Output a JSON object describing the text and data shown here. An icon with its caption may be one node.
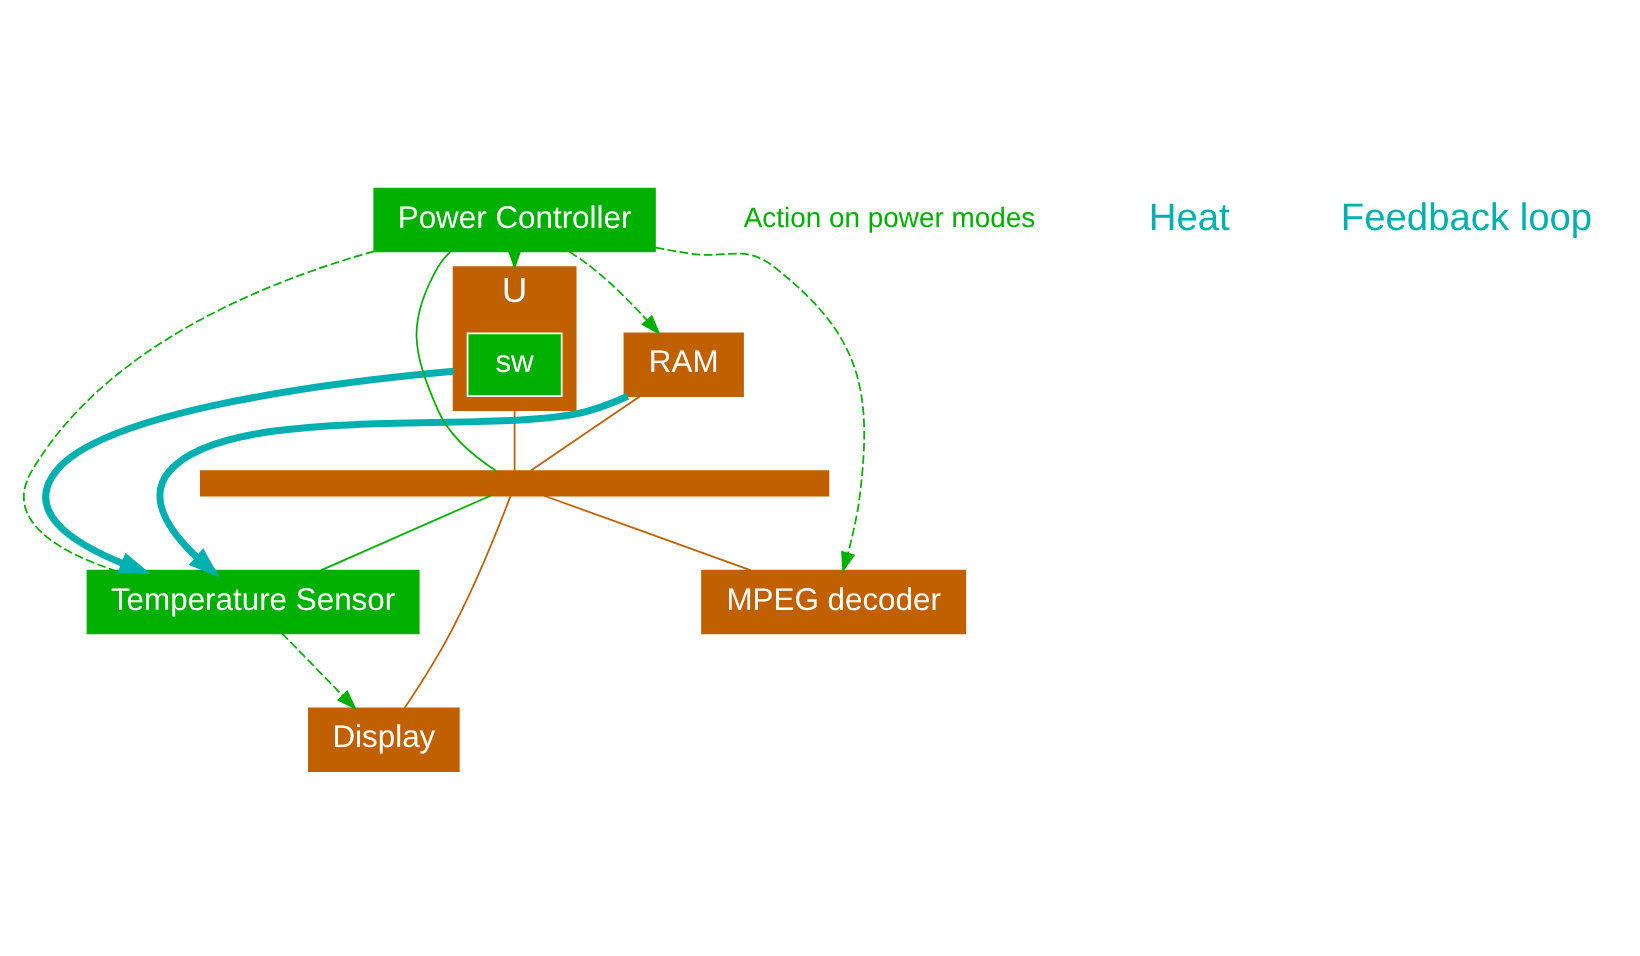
{
  "diagram": {
    "nodes": [
      {
        "text": [
          "U"
        ]
      },
      {
        "text": [
          "sw"
        ],
        "in": 0
      },
      {
        "text": [
          "RAM"
        ]
      },
      {
        "text": [],
        "shape": "bar"
      },
      {
        "text": [
          "Display"
        ]
      },
      {
        "text": [
          "MPEG decoder"
        ]
      },
      {
        "text": [
          "Power Controller"
        ]
      },
      {
        "text": [
          "Temperature Sensor"
        ]
      }
    ],
    "edges": [
      {
        "from": 0,
        "to": 3,
        "arrow": "none",
        "color": "#c06000"
      },
      {
        "from": 2,
        "to": 3,
        "arrow": "none",
        "color": "#c06000"
      },
      {
        "from": 3,
        "to": 4,
        "arrow": "none",
        "color": "#c06000"
      },
      {
        "from": 3,
        "to": 5,
        "arrow": "none",
        "color": "#c06000"
      },
      {
        "from": 6,
        "to": 3,
        "arrow": "none",
        "color": "#00b000"
      },
      {
        "from": 3,
        "to": 7,
        "arrow": "none",
        "color": "#00b000"
      },
      {
        "from": 6,
        "to": 0,
        "arrow": "to",
        "style": "dashed",
        "color": "#00b000"
      },
      {
        "from": 6,
        "to": 2,
        "arrow": "to",
        "style": "dashed",
        "color": "#00b000"
      },
      {
        "from": 6,
        "to": 5,
        "arrow": "to",
        "style": "dashed",
        "color": "#00b000"
      },
      {
        "from": 6,
        "to": 7,
        "arrow": "none",
        "style": "dashed",
        "color": "#00b000"
      },
      {
        "from": 7,
        "to": 4,
        "arrow": "to",
        "style": "dashed",
        "color": "#00b000"
      },
      {
        "from": 0,
        "to": 7,
        "arrow": "to",
        "style": "thick",
        "color": "#00b0b0"
      },
      {
        "from": 2,
        "to": 7,
        "arrow": "to",
        "style": "thick",
        "color": "#00b0b0"
      }
    ],
    "labels": [
      "Action on power modes",
      "Heat",
      "Feedback loop"
    ]
  }
}
